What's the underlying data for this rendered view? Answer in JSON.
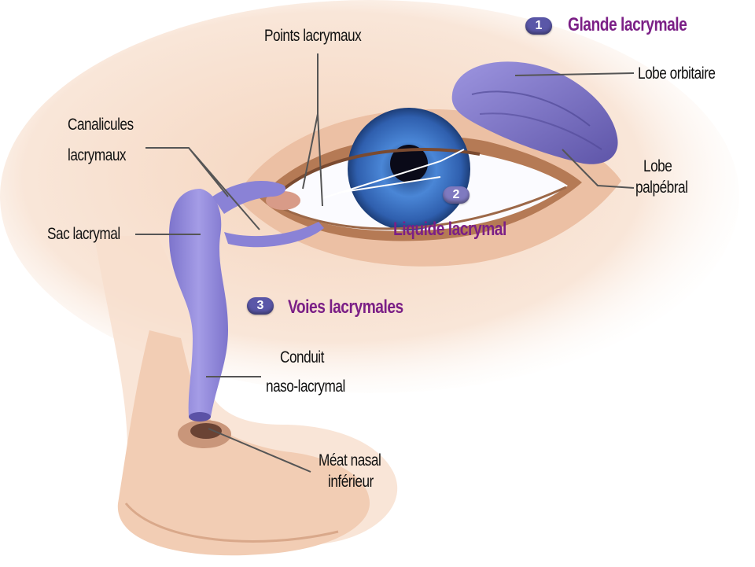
{
  "colors": {
    "title": "#7b1f86",
    "duct": "#8a82d6",
    "skin": "#f6d9c4",
    "iris": "#3d70c4",
    "leader": "#555555"
  },
  "sections": {
    "glande": {
      "number": "1",
      "title": "Glande lacrymale"
    },
    "liquide": {
      "number": "2",
      "title": "Liquide lacrymal"
    },
    "voies": {
      "number": "3",
      "title": "Voies lacrymales"
    }
  },
  "labels": {
    "points": "Points lacrymaux",
    "lobe_orbitaire": "Lobe orbitaire",
    "lobe_palpebral": [
      "Lobe",
      "palpébral"
    ],
    "canalicules": [
      "Canalicules",
      "lacrymaux"
    ],
    "sac": "Sac lacrymal",
    "conduit": [
      "Conduit",
      "naso-lacrymal"
    ],
    "meat": [
      "Méat nasal",
      "inférieur"
    ]
  }
}
